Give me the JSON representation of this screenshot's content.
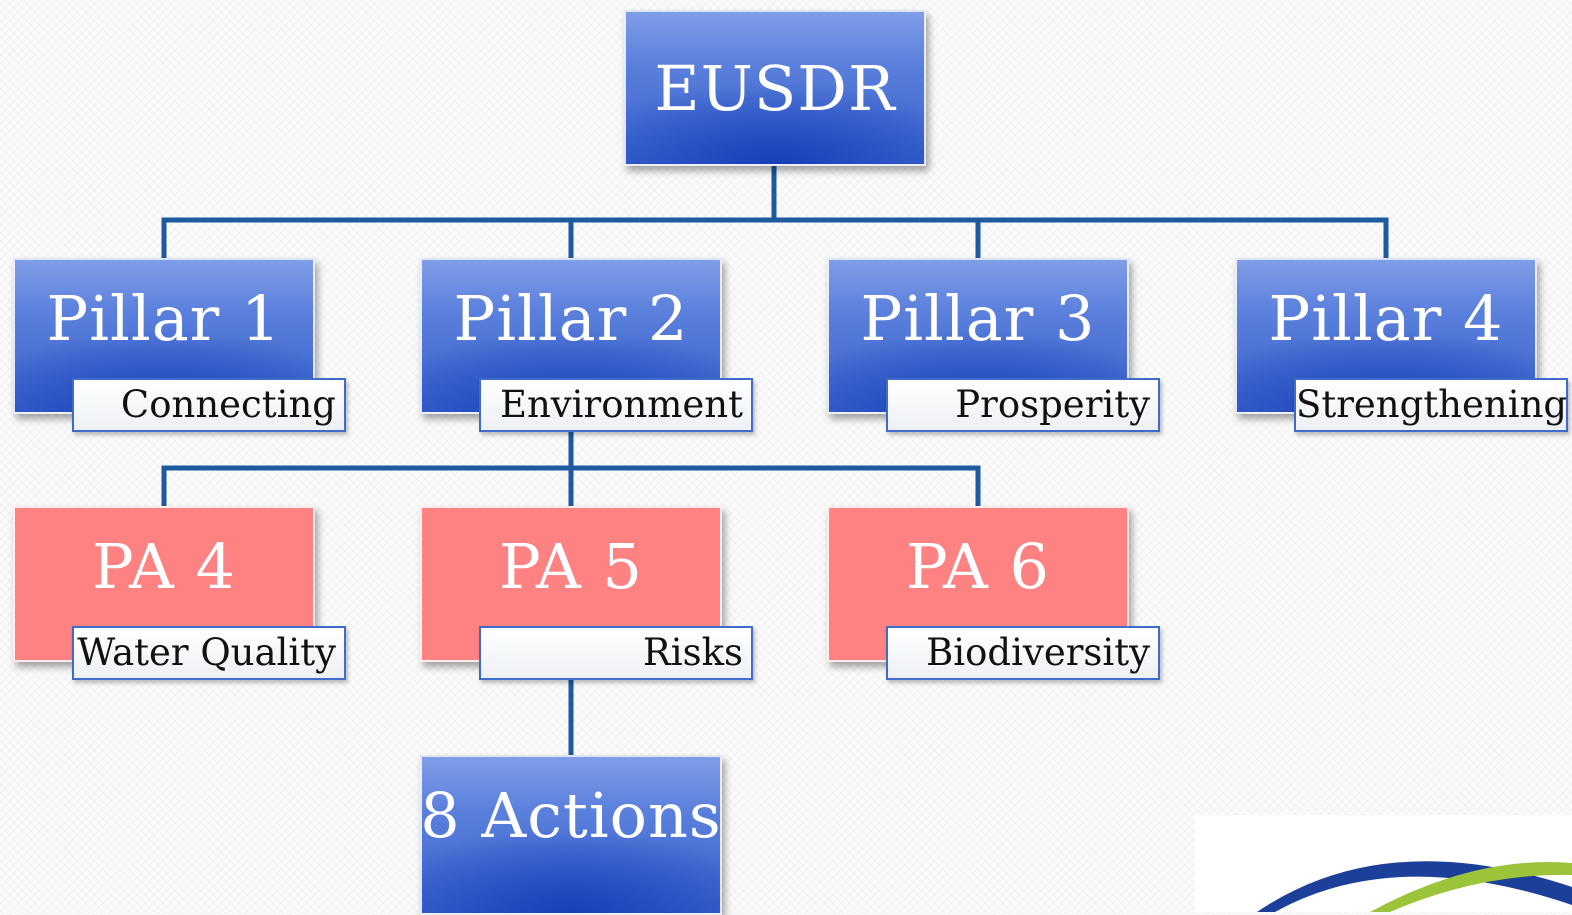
{
  "root": {
    "title": "EUSDR"
  },
  "pillars": [
    {
      "title": "Pillar 1",
      "subtitle": "Connecting"
    },
    {
      "title": "Pillar 2",
      "subtitle": "Environment"
    },
    {
      "title": "Pillar 3",
      "subtitle": "Prosperity"
    },
    {
      "title": "Pillar 4",
      "subtitle": "Strengthening"
    }
  ],
  "priority_areas": [
    {
      "title": "PA 4",
      "subtitle": "Water Quality"
    },
    {
      "title": "PA 5",
      "subtitle": "Risks"
    },
    {
      "title": "PA 6",
      "subtitle": "Biodiversity"
    }
  ],
  "actions": {
    "title": "8 Actions"
  },
  "colors": {
    "blue_box": "#3a62cc",
    "red_box": "#ff8282",
    "connector": "#1d5aa0",
    "label_border": "#3f6cc8"
  },
  "logo": {
    "icon": "arc-logo-icon"
  }
}
